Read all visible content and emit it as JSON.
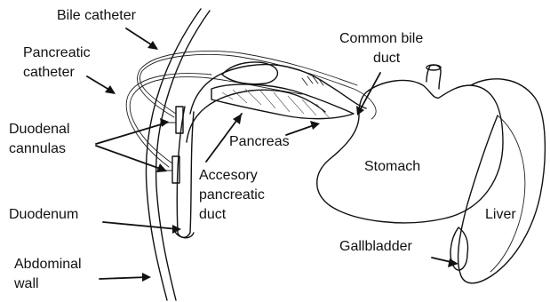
{
  "labels": {
    "bile_catheter": "Bile catheter",
    "pancreatic_catheter_1": "Pancreatic",
    "pancreatic_catheter_2": "catheter",
    "duodenal_cannulas_1": "Duodenal",
    "duodenal_cannulas_2": "cannulas",
    "duodenum": "Duodenum",
    "abdominal_wall_1": "Abdominal",
    "abdominal_wall_2": "wall",
    "common_bile_duct_1": "Common bile",
    "common_bile_duct_2": "duct",
    "pancreas": "Pancreas",
    "accessory_duct_1": "Accesory",
    "accessory_duct_2": "pancreatic",
    "accessory_duct_3": "duct",
    "stomach": "Stomach",
    "liver": "Liver",
    "gallbladder": "Gallbladder"
  }
}
